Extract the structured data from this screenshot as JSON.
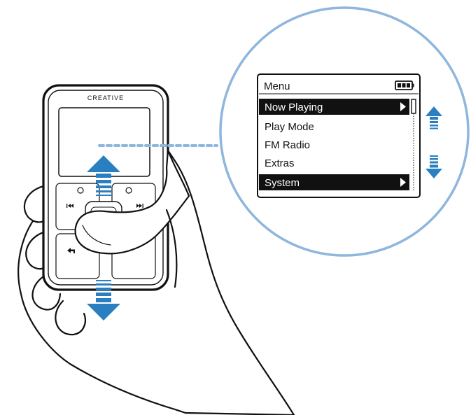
{
  "device": {
    "brand": "CREATIVE"
  },
  "menu": {
    "header": "Menu",
    "items": [
      {
        "label": "Now Playing",
        "selected": true,
        "submenu": true
      },
      {
        "label": "Play Mode",
        "selected": false,
        "submenu": false
      },
      {
        "label": "FM Radio",
        "selected": false,
        "submenu": false
      },
      {
        "label": "Extras",
        "selected": false,
        "submenu": false
      },
      {
        "label": "System",
        "selected": true,
        "submenu": true
      }
    ],
    "battery_icon": "battery-full-icon"
  },
  "colors": {
    "arrow_blue": "#2a7fc1",
    "circle_blue": "#8fb6dc",
    "selection_bg": "#111111",
    "outline": "#111111"
  },
  "icons": {
    "scroll_up": "arrow-up-icon",
    "scroll_down": "arrow-down-icon",
    "prev_track": "skip-back-icon",
    "next_track": "skip-forward-icon",
    "back": "back-icon",
    "submenu": "chevron-right-icon"
  }
}
